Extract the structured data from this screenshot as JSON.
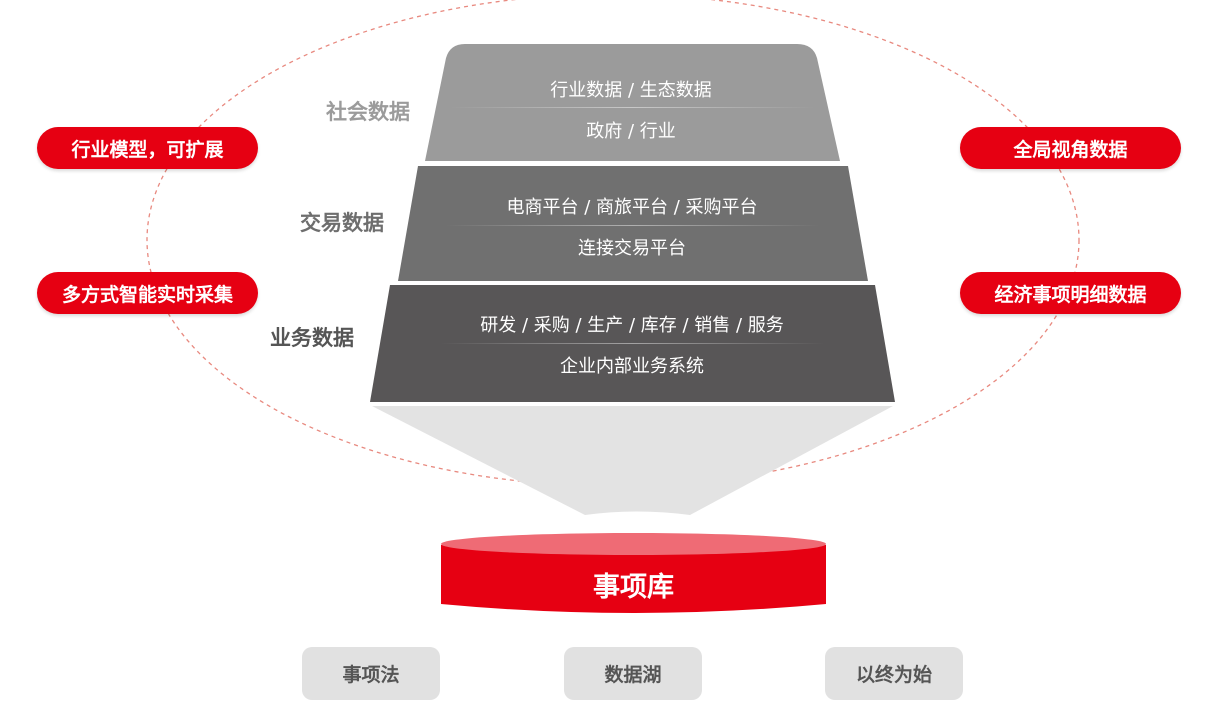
{
  "left_pills": [
    "行业模型，可扩展",
    "多方式智能实时采集"
  ],
  "right_pills": [
    "全局视角数据",
    "经济事项明细数据"
  ],
  "tiers": [
    {
      "label": "社会数据",
      "lines": [
        "行业数据 / 生态数据",
        "政府 / 行业"
      ],
      "color": "#9b9b9b"
    },
    {
      "label": "交易数据",
      "lines": [
        "电商平台 / 商旅平台 / 采购平台",
        "连接交易平台"
      ],
      "color": "#707070"
    },
    {
      "label": "业务数据",
      "lines": [
        "研发 / 采购 / 生产 / 库存 / 销售 / 服务",
        "企业内部业务系统"
      ],
      "color": "#585657"
    }
  ],
  "core": "事项库",
  "bottom_items": [
    "事项法",
    "数据湖",
    "以终为始"
  ],
  "colors": {
    "accent": "#e60012",
    "cylinder_top": "#ef6b75",
    "funnel": "#e3e3e3"
  }
}
